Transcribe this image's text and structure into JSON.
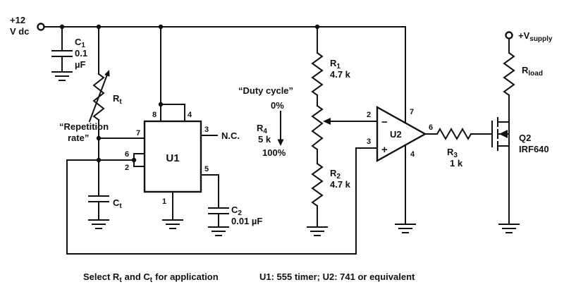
{
  "colors": {
    "ink": "#111111",
    "bg": "#ffffff"
  },
  "supply12": {
    "line1": "+12",
    "line2": "V dc"
  },
  "c1": {
    "name": "C",
    "sub": "1",
    "value1": "0.1",
    "value2": "µF"
  },
  "rt": {
    "name": "R",
    "sub": "t"
  },
  "repetition": {
    "line1": "“Repetition",
    "line2": "rate”"
  },
  "u1": {
    "label": "U1",
    "pin8": "8",
    "pin4": "4",
    "pin7": "7",
    "pin6": "6",
    "pin2": "2",
    "pin3": "3",
    "pin5": "5",
    "pin1": "1",
    "nc": "N.C."
  },
  "ct": {
    "name": "C",
    "sub": "t"
  },
  "c2": {
    "name": "C",
    "sub": "2",
    "value": "0.01 µF"
  },
  "duty": {
    "label": "“Duty cycle”",
    "pct0": "0%",
    "pct100": "100%"
  },
  "r1": {
    "name": "R",
    "sub": "1",
    "value": "4.7 k"
  },
  "r4": {
    "name": "R",
    "sub": "4",
    "value": "5 k"
  },
  "r2": {
    "name": "R",
    "sub": "2",
    "value": "4.7 k"
  },
  "u2": {
    "label": "U2",
    "minus": "−",
    "plus": "+",
    "pin2": "2",
    "pin3": "3",
    "pin7": "7",
    "pin6": "6",
    "pin4": "4"
  },
  "r3": {
    "name": "R",
    "sub": "3",
    "value": "1 k"
  },
  "q2": {
    "line1": "Q2",
    "line2": "IRF640"
  },
  "rload": {
    "name": "R",
    "sub": "load"
  },
  "vsupply": {
    "name": "+V",
    "sub": "supply"
  },
  "caption": {
    "s1": "Select R",
    "s1sub": "t",
    "s2": "and C",
    "s2sub": "t",
    "s3": "for application",
    "right": "U1: 555 timer; U2: 741 or equivalent"
  }
}
